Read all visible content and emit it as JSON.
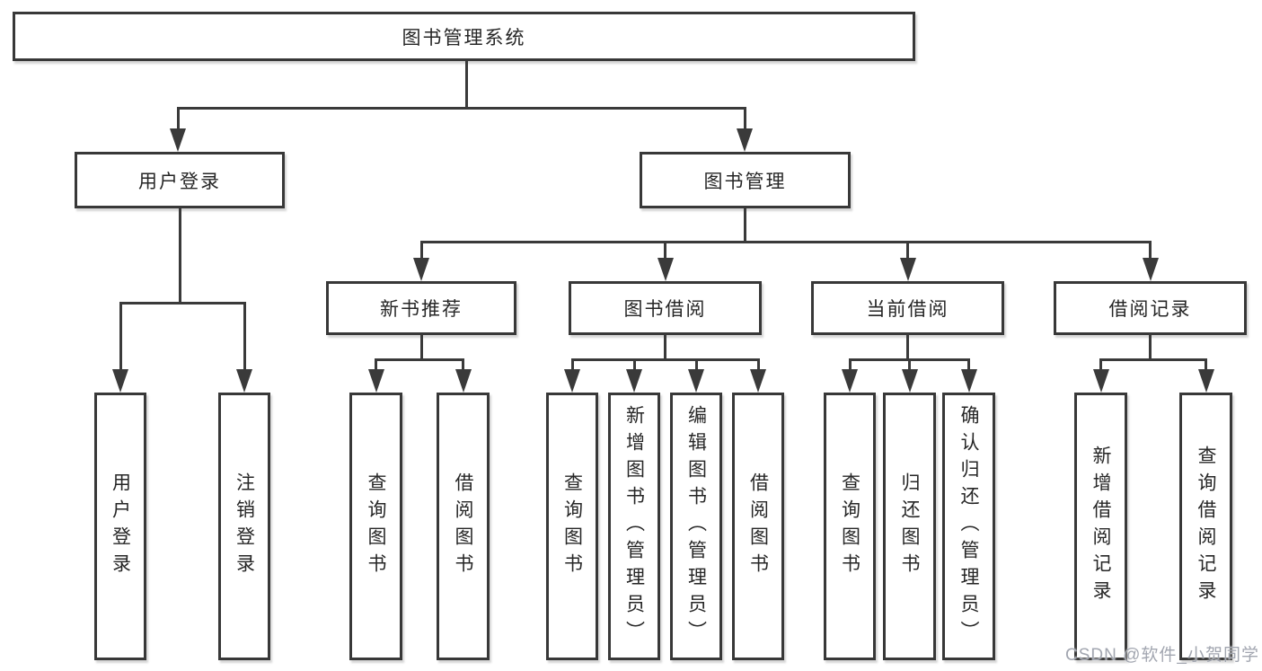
{
  "diagram": {
    "root": {
      "label": "图书管理系统"
    },
    "level2": [
      {
        "label": "用户登录"
      },
      {
        "label": "图书管理"
      }
    ],
    "level3": [
      {
        "label": "新书推荐"
      },
      {
        "label": "图书借阅"
      },
      {
        "label": "当前借阅"
      },
      {
        "label": "借阅记录"
      }
    ],
    "leaves": {
      "user_login": [
        {
          "label": "用户登录"
        },
        {
          "label": "注销登录"
        }
      ],
      "new_book_recommend": [
        {
          "label": "查询图书"
        },
        {
          "label": "借阅图书"
        }
      ],
      "book_borrow": [
        {
          "label": "查询图书"
        },
        {
          "label": "新增图书（管理员）"
        },
        {
          "label": "编辑图书（管理员）"
        },
        {
          "label": "借阅图书"
        }
      ],
      "current_borrow": [
        {
          "label": "查询图书"
        },
        {
          "label": "归还图书"
        },
        {
          "label": "确认归还（管理员）"
        }
      ],
      "borrow_records": [
        {
          "label": "新增借阅记录"
        },
        {
          "label": "查询借阅记录"
        }
      ]
    }
  },
  "watermark": {
    "text": "CSDN @软件_小贺同学"
  },
  "colors": {
    "line": "#3a3a3a",
    "box_border": "#383838",
    "box_fill": "#ffffff",
    "text": "#262626",
    "background": "#ffffff",
    "watermark": "#a2a6b0"
  }
}
